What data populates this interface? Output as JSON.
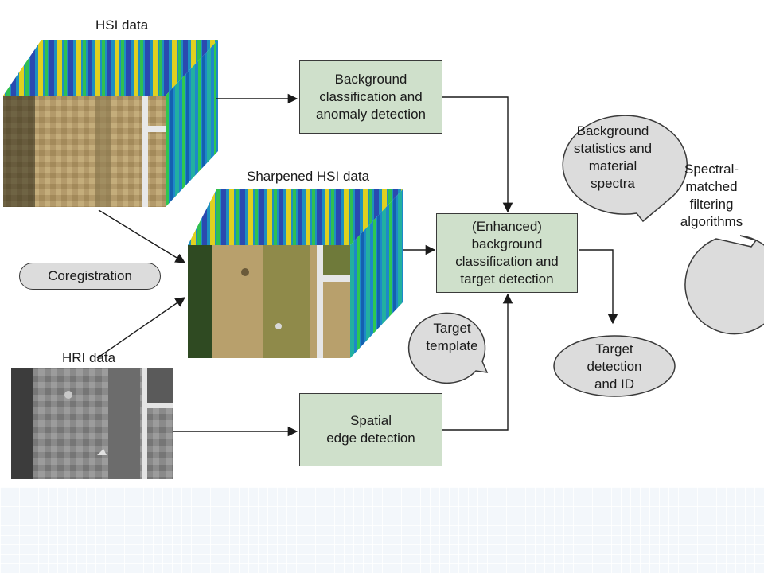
{
  "labels": {
    "hsi": "HSI data",
    "sharpened": "Sharpened HSI data",
    "hri": "HRI data"
  },
  "boxes": {
    "background_classification": "Background\nclassification and\nanomaly detection",
    "enhanced": "(Enhanced)\nbackground\nclassification and\ntarget detection",
    "spatial_edge": "Spatial\nedge detection"
  },
  "pills": {
    "coregistration": "Coregistration"
  },
  "bubbles": {
    "background_statistics": "Background\nstatistics and\nmaterial\nspectra",
    "spectral_matched": "Spectral-\nmatched\nfiltering\nalgorithms",
    "target_template": "Target\ntemplate",
    "target_detection": "Target\ndetection\nand ID"
  },
  "colors": {
    "box_fill": "#cfe0cb",
    "bubble_fill": "#dcdcdc",
    "stroke": "#3a3a3a"
  }
}
